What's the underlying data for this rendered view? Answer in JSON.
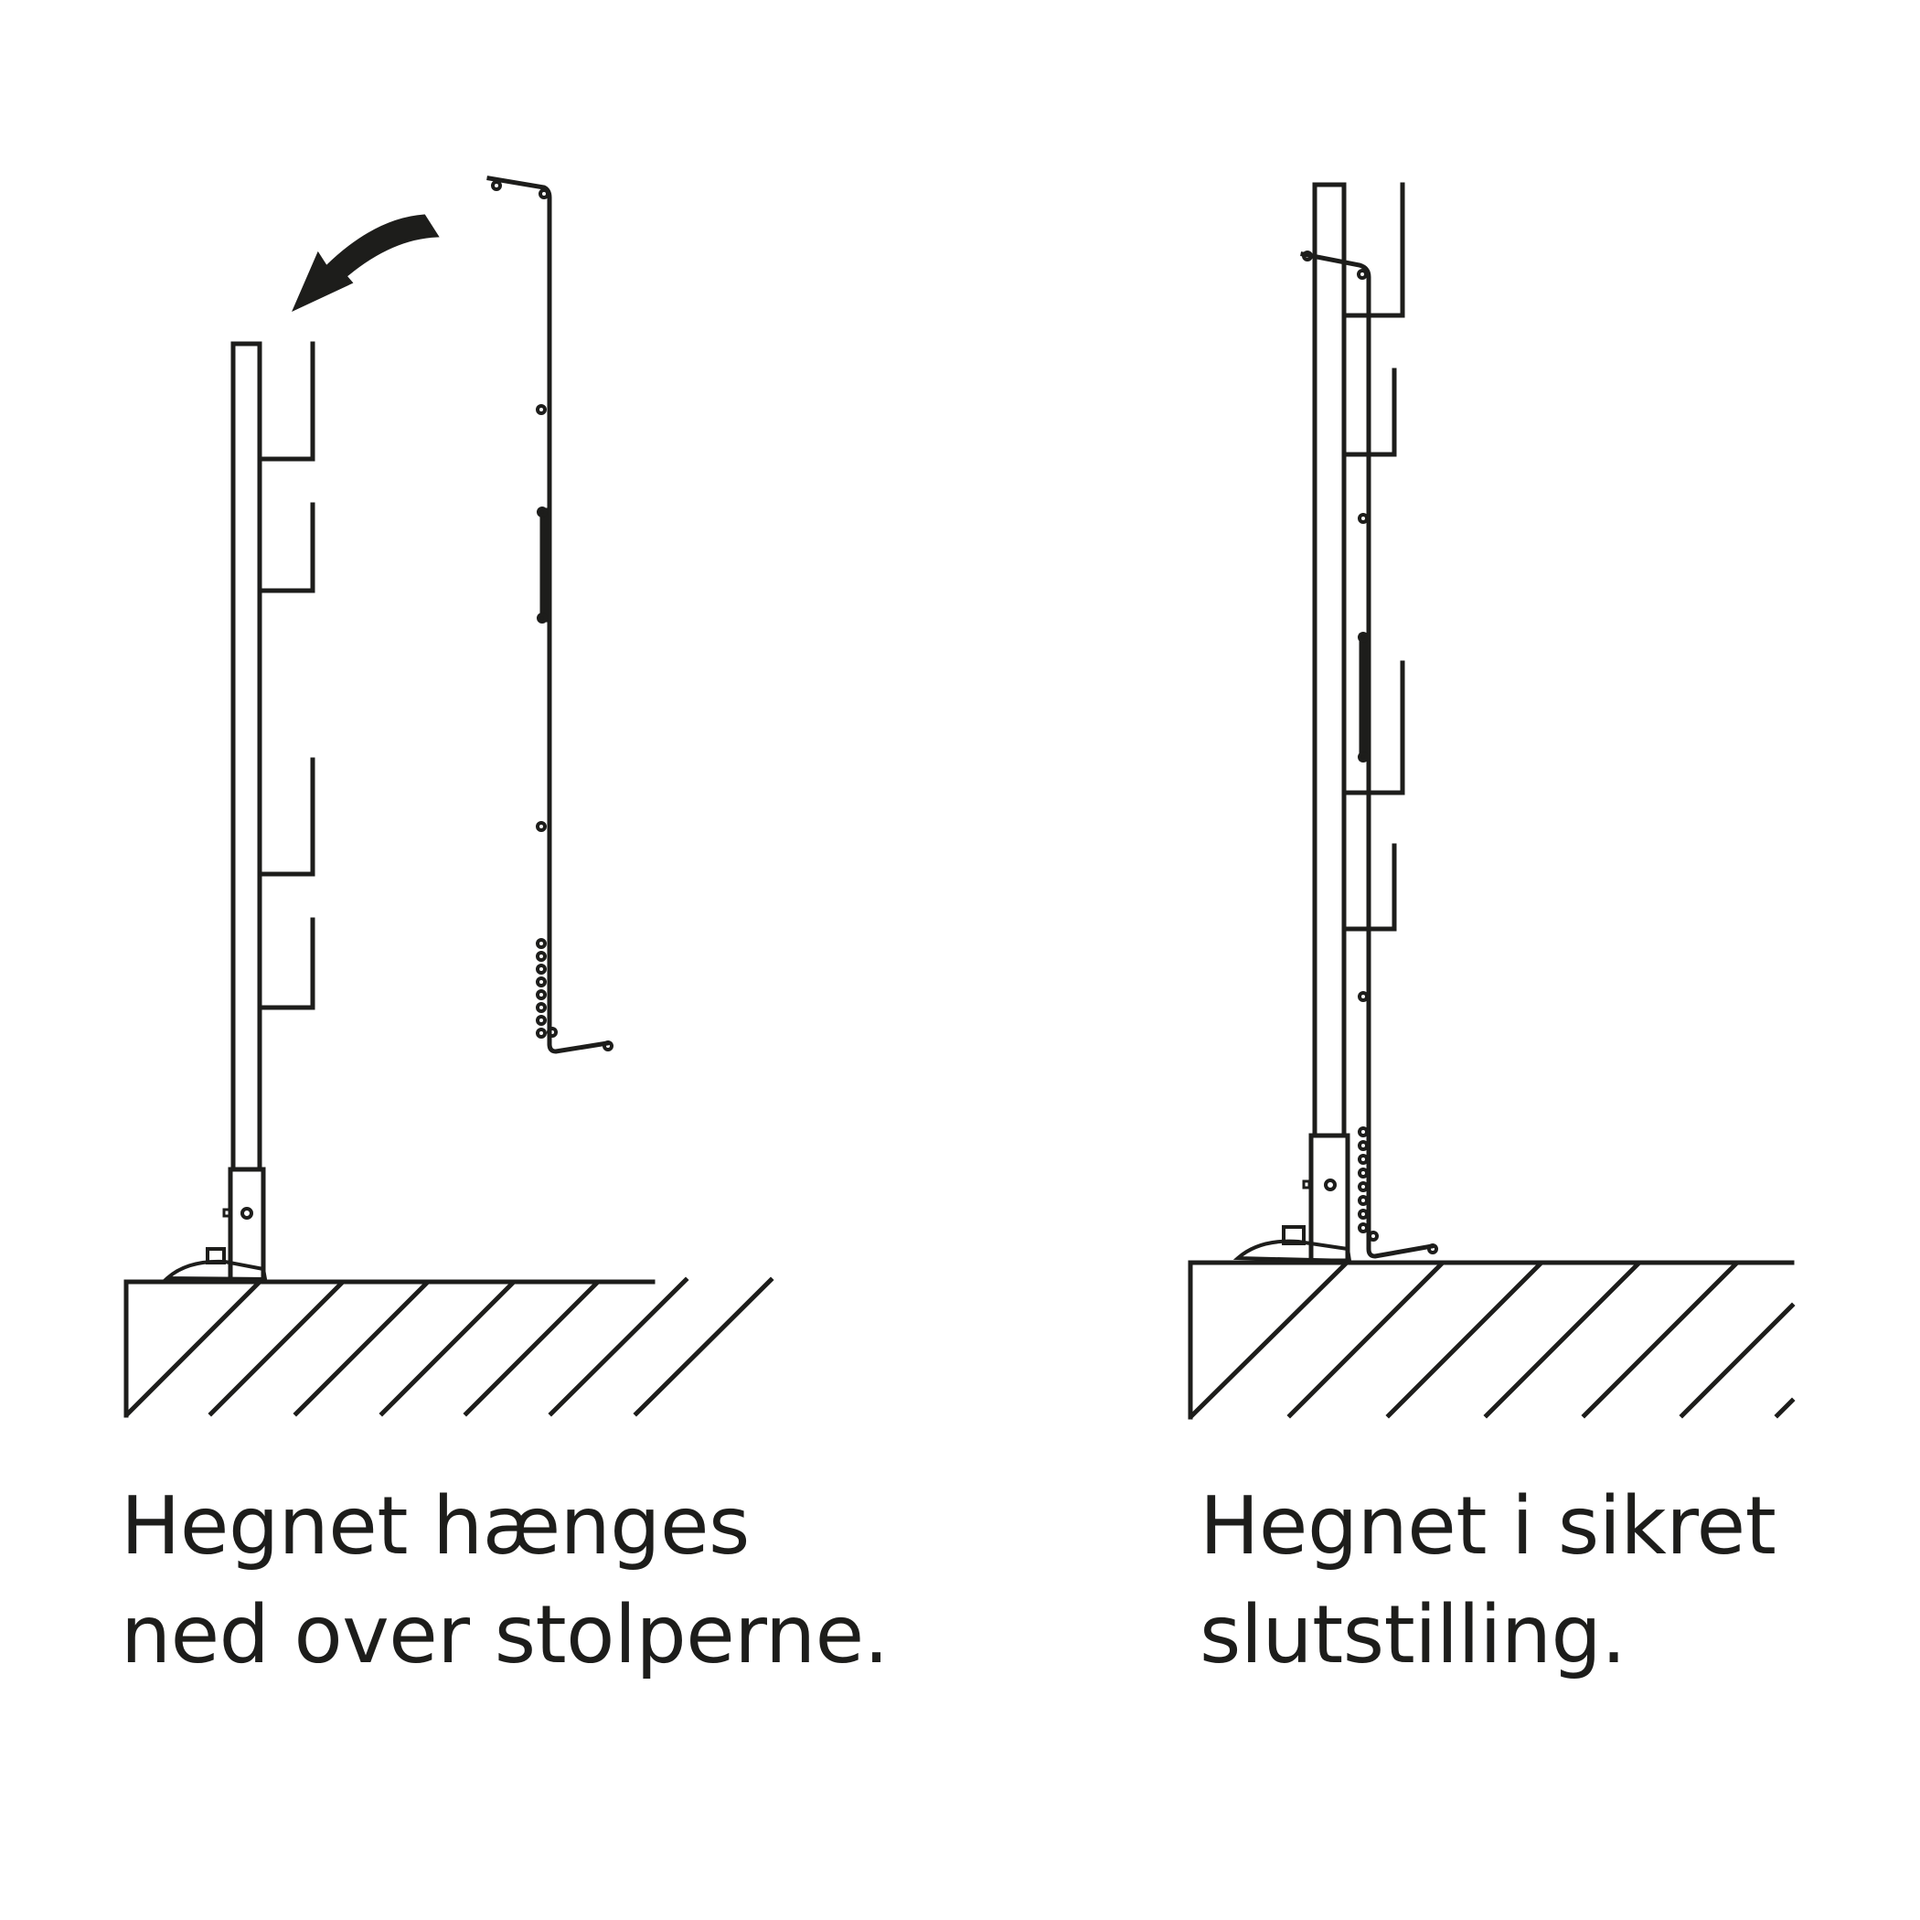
{
  "captions": {
    "left": {
      "line1": "Hegnet hænges",
      "line2": "ned over stolperne."
    },
    "right": {
      "line1": "Hegnet i sikret",
      "line2": "slutstilling."
    }
  },
  "colors": {
    "ink": "#1d1d1b",
    "background": "#ffffff"
  }
}
